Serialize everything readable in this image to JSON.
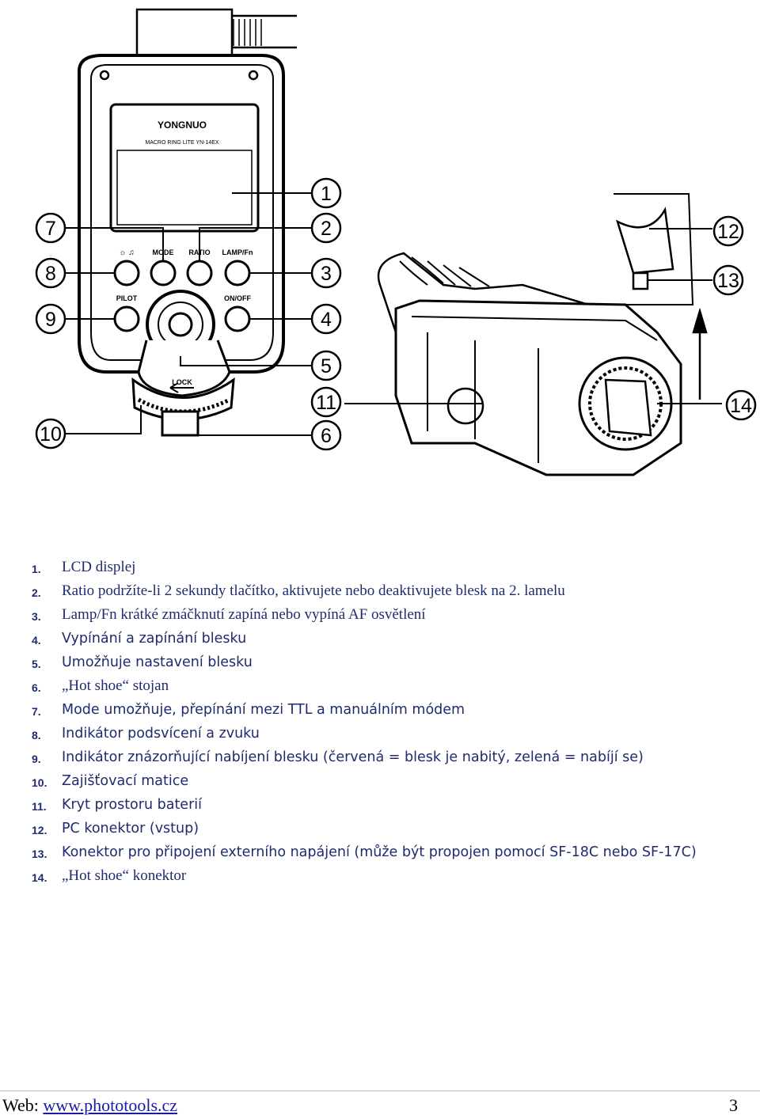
{
  "figure": {
    "brand": "YONGNUO",
    "model": "MACRO RING LITE YN-14EX",
    "button_labels": {
      "sound": "☼ ♫",
      "mode": "MODE",
      "ratio": "RATIO",
      "lamp": "LAMP/Fn",
      "pilot": "PILOT",
      "onoff": "ON/OFF",
      "lock": "LOCK"
    },
    "callouts": [
      "1",
      "2",
      "3",
      "4",
      "5",
      "6",
      "7",
      "8",
      "9",
      "10",
      "11",
      "12",
      "13",
      "14"
    ]
  },
  "legend": [
    {
      "num": "1.",
      "text": "LCD displej"
    },
    {
      "num": "2.",
      "text": "Ratio podržíte-li 2 sekundy tlačítko, aktivujete nebo deaktivujete blesk na 2. lamelu"
    },
    {
      "num": "3.",
      "text": "Lamp/Fn krátké zmáčknutí zapíná nebo vypíná AF osvětlení"
    },
    {
      "num": "4.",
      "text": "Vypínání a zapínání blesku"
    },
    {
      "num": "5.",
      "text": "Umožňuje nastavení blesku"
    },
    {
      "num": "6.",
      "text": "„Hot shoe“ stojan"
    },
    {
      "num": "7.",
      "text": "Mode umožňuje, přepínání mezi TTL a manuálním módem"
    },
    {
      "num": "8.",
      "text": "Indikátor podsvícení a zvuku"
    },
    {
      "num": "9.",
      "text": "Indikátor znázorňující nabíjení blesku (červená = blesk je nabitý, zelená = nabíjí se)"
    },
    {
      "num": "10.",
      "text": "Zajišťovací matice"
    },
    {
      "num": "11.",
      "text": "Kryt prostoru baterií"
    },
    {
      "num": "12.",
      "text": "PC konektor (vstup)"
    },
    {
      "num": "13.",
      "text": "Konektor pro připojení externího napájení (může být propojen pomocí SF-18C nebo SF-17C)"
    },
    {
      "num": "14.",
      "text": "„Hot shoe“ konektor"
    }
  ],
  "footer": {
    "web_label": "Web: ",
    "url": "www.phototools.cz",
    "page": "3"
  }
}
